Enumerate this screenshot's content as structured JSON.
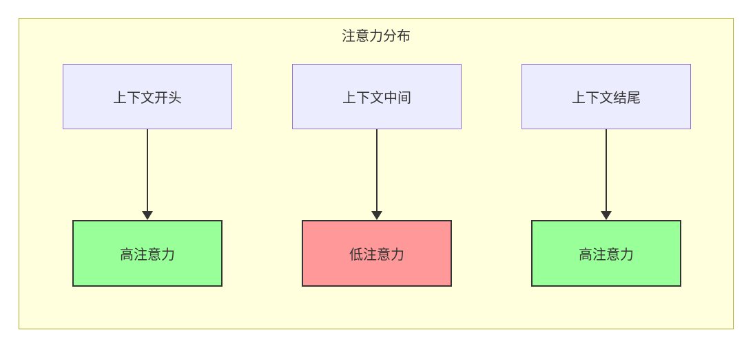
{
  "diagram": {
    "type": "flowchart",
    "title": "注意力分布",
    "colors": {
      "container_fill": "#FFFFDE",
      "container_border": "#AAAA33",
      "source_fill": "#ECECFF",
      "source_border": "#9370DB",
      "high_fill": "#99FF99",
      "low_fill": "#FF9999",
      "result_border": "#333333",
      "arrow": "#333333",
      "text": "#333333"
    },
    "columns": [
      {
        "source": {
          "label": "上下文开头"
        },
        "result": {
          "label": "高注意力",
          "level": "high",
          "fill": "#99FF99",
          "border": "#333333"
        }
      },
      {
        "source": {
          "label": "上下文中间"
        },
        "result": {
          "label": "低注意力",
          "level": "low",
          "fill": "#FF9999",
          "border": "#333333"
        }
      },
      {
        "source": {
          "label": "上下文结尾"
        },
        "result": {
          "label": "高注意力",
          "level": "high",
          "fill": "#99FF99",
          "border": "#333333"
        }
      }
    ]
  }
}
